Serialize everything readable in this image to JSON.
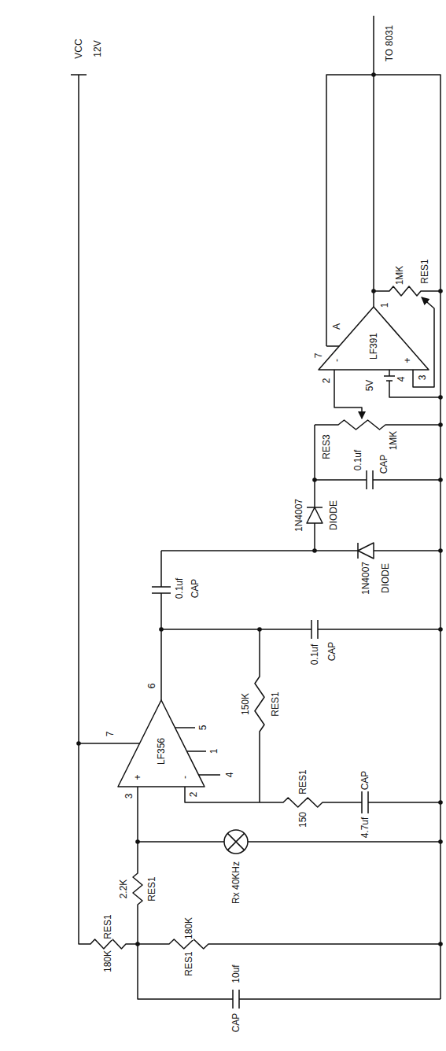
{
  "diagram": {
    "labels": [
      "TO 8031",
      "VCC",
      "12V",
      "1MK",
      "RES1",
      "1",
      "A",
      "7",
      "LF391",
      "-",
      "+",
      "2",
      "3",
      "4",
      "5V",
      "RES3",
      "1MK",
      "0.1uf",
      "CAP",
      "1N4007",
      "DIODE",
      "0.1uf",
      "CAP",
      "1N4007",
      "DIODE",
      "6",
      "0.1uf",
      "CAP",
      "150K",
      "RES1",
      "LF356",
      "7",
      "5",
      "1",
      "4",
      "+",
      "-",
      "3",
      "2",
      "RES1",
      "150",
      "CAP",
      "4.7uf",
      "Rx 40KHz",
      "2.2K",
      "RES1",
      "RES1",
      "180K",
      "180K",
      "RES1",
      "10uf",
      "CAP"
    ]
  }
}
